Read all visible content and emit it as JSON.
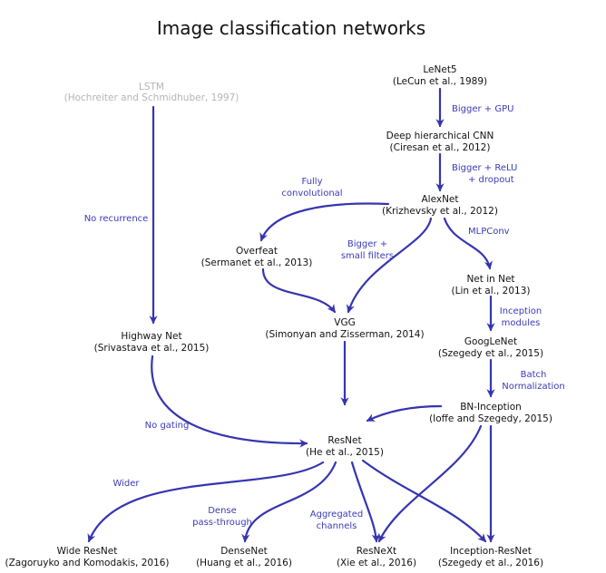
{
  "title": "Image classification networks",
  "colors": {
    "arrow": "#3535b0",
    "text": "#111111",
    "muted": "#b5b5b5",
    "label": "#3a3ab8"
  },
  "nodes": {
    "lstm": {
      "name": "LSTM",
      "ref": "(Hochreiter and Schmidhuber, 1997)"
    },
    "lenet5": {
      "name": "LeNet5",
      "ref": "(LeCun et al., 1989)"
    },
    "deep_cnn": {
      "name": "Deep hierarchical CNN",
      "ref": "(Ciresan et al., 2012)"
    },
    "alexnet": {
      "name": "AlexNet",
      "ref": "(Krizhevsky et al., 2012)"
    },
    "overfeat": {
      "name": "Overfeat",
      "ref": "(Sermanet et al., 2013)"
    },
    "nin": {
      "name": "Net in Net",
      "ref": "(Lin et al., 2013)"
    },
    "vgg": {
      "name": "VGG",
      "ref": "(Simonyan and Zisserman, 2014)"
    },
    "highway": {
      "name": "Highway Net",
      "ref": "(Srivastava et al., 2015)"
    },
    "googlenet": {
      "name": "GoogLeNet",
      "ref": "(Szegedy et al., 2015)"
    },
    "bn_inception": {
      "name": "BN-Inception",
      "ref": "(Ioffe and Szegedy, 2015)"
    },
    "resnet": {
      "name": "ResNet",
      "ref": "(He et al., 2015)"
    },
    "wide_resnet": {
      "name": "Wide ResNet",
      "ref": "(Zagoruyko and Komodakis, 2016)"
    },
    "densenet": {
      "name": "DenseNet",
      "ref": "(Huang et al., 2016)"
    },
    "resnext": {
      "name": "ResNeXt",
      "ref": "(Xie et al., 2016)"
    },
    "inception_resnet": {
      "name": "Inception-ResNet",
      "ref": "(Szegedy et al., 2016)"
    }
  },
  "edge_labels": {
    "bigger_gpu": "Bigger + GPU",
    "bigger_relu_1": "Bigger + ReLU",
    "bigger_relu_2": "+ dropout",
    "fully_conv_1": "Fully",
    "fully_conv_2": "convolutional",
    "mlpconv": "MLPConv",
    "bigger_small_1": "Bigger +",
    "bigger_small_2": "small filters",
    "no_recurrence": "No recurrence",
    "inception_1": "Inception",
    "inception_2": "modules",
    "batch_norm_1": "Batch",
    "batch_norm_2": "Normalization",
    "no_gating": "No gating",
    "wider": "Wider",
    "dense_1": "Dense",
    "dense_2": "pass-through",
    "aggregated_1": "Aggregated",
    "aggregated_2": "channels"
  }
}
